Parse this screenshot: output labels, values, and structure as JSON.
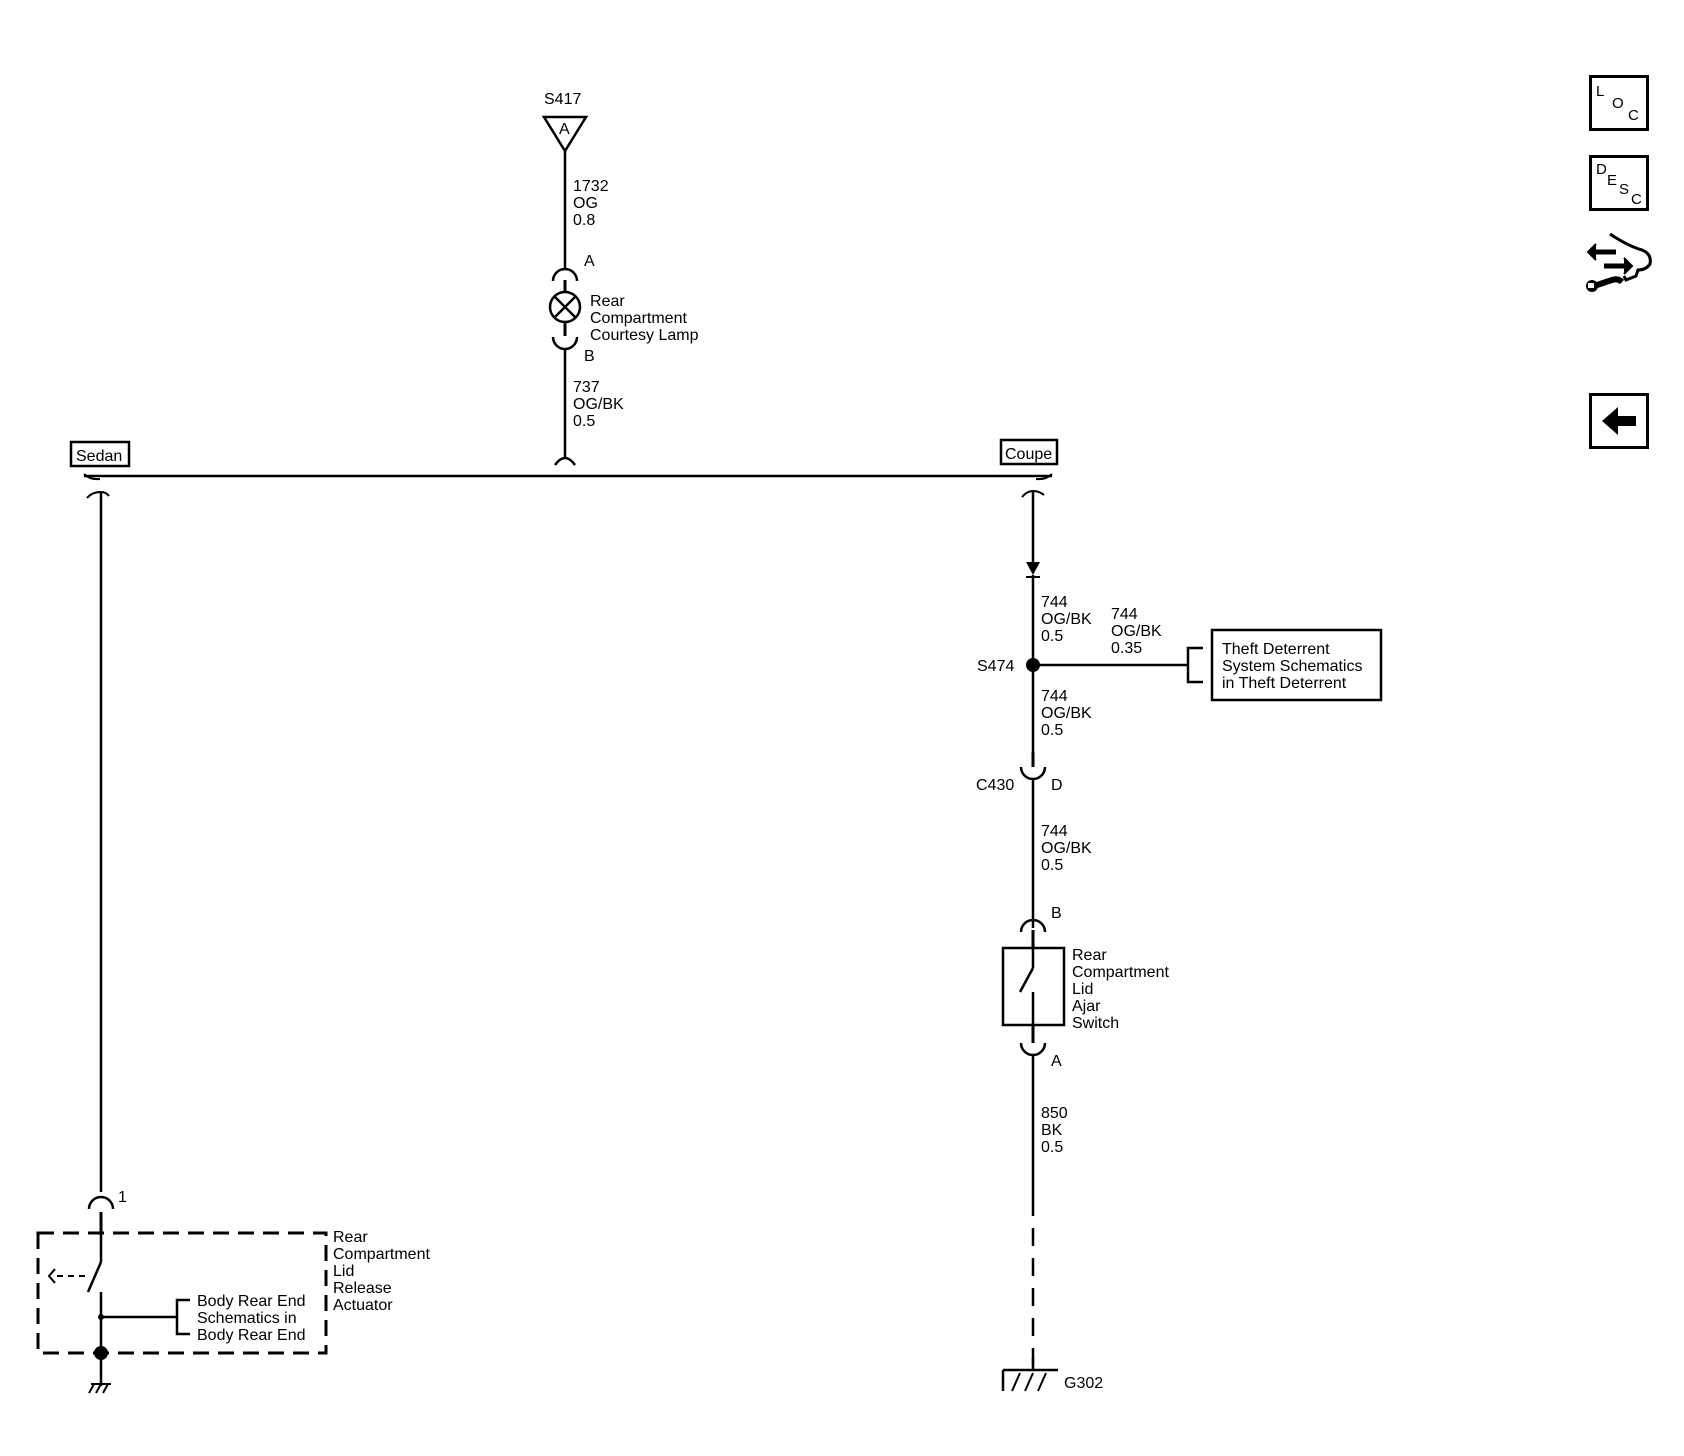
{
  "splice_top": {
    "name": "S417",
    "pin": "A"
  },
  "wire_1732": {
    "circuit": "1732",
    "color": "OG",
    "gauge": "0.8"
  },
  "lamp": {
    "pin_top": "A",
    "pin_bottom": "B",
    "label": [
      "Rear",
      "Compartment",
      "Courtesy Lamp"
    ]
  },
  "wire_737": {
    "circuit": "737",
    "color": "OG/BK",
    "gauge": "0.5"
  },
  "option_sedan": "Sedan",
  "option_coupe": "Coupe",
  "wire_744_upper": {
    "circuit": "744",
    "color": "OG/BK",
    "gauge": "0.5"
  },
  "wire_744_branch": {
    "circuit": "744",
    "color": "OG/BK",
    "gauge": "0.35"
  },
  "splice_s474": "S474",
  "theft_ref": [
    "Theft Deterrent",
    "System Schematics",
    "in Theft Deterrent"
  ],
  "wire_744_mid": {
    "circuit": "744",
    "color": "OG/BK",
    "gauge": "0.5"
  },
  "connector_c430": {
    "name": "C430",
    "pin": "D"
  },
  "wire_744_lower": {
    "circuit": "744",
    "color": "OG/BK",
    "gauge": "0.5"
  },
  "switch": {
    "pin_top": "B",
    "pin_bottom": "A",
    "label": [
      "Rear",
      "Compartment",
      "Lid",
      "Ajar",
      "Switch"
    ]
  },
  "wire_850": {
    "circuit": "850",
    "color": "BK",
    "gauge": "0.5"
  },
  "ground_g302": "G302",
  "actuator": {
    "pin": "1",
    "label": [
      "Rear",
      "Compartment",
      "Lid",
      "Release",
      "Actuator"
    ]
  },
  "body_ref": [
    "Body Rear End",
    "Schematics in",
    "Body Rear End"
  ],
  "nav": {
    "loc": [
      "L",
      "O",
      "C"
    ],
    "desc": [
      "D",
      "E",
      "S",
      "C"
    ]
  }
}
